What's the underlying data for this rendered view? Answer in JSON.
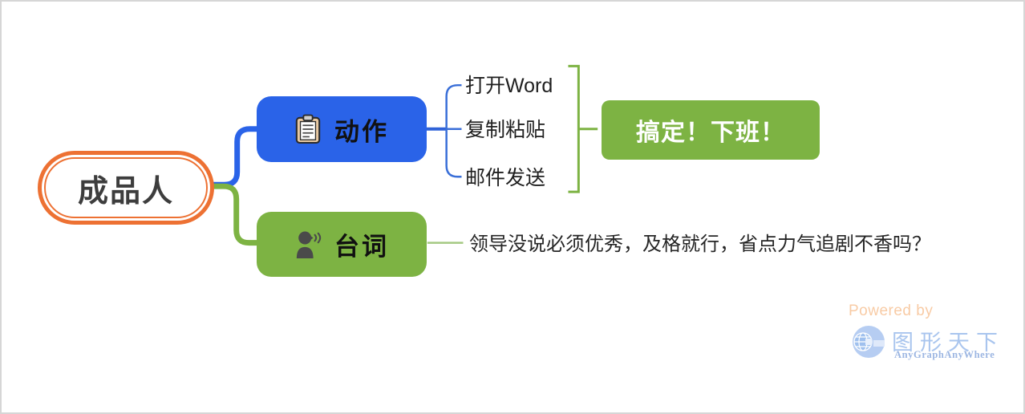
{
  "diagram": {
    "type": "mindmap",
    "root": {
      "label": "成品人"
    },
    "branches": {
      "action": {
        "label": "动作",
        "icon": "clipboard-icon",
        "children": [
          "打开Word",
          "复制粘贴",
          "邮件发送"
        ],
        "result": "搞定！下班！"
      },
      "line": {
        "label": "台词",
        "icon": "speaking-head-icon",
        "text": "领导没说必须优秀，及格就行，省点力气追剧不香吗？"
      }
    }
  },
  "watermark": {
    "powered_by": "Powered by",
    "brand": "图形天下",
    "tagline": "AnyGraphAnyWhere",
    "logo": "g-globe-logo-icon"
  },
  "colors": {
    "root_border": "#ed7133",
    "action_node": "#2a63e8",
    "line_node": "#7db343",
    "result_node": "#7db343",
    "connector_blue": "#2a63e8",
    "connector_thin_blue": "#3a6fd8",
    "connector_green": "#7db343",
    "connector_thin_green": "#a5c982",
    "text_dark": "#1f1f1f",
    "watermark_orange": "#f8cba5",
    "watermark_blue": "#a9c5ee"
  }
}
